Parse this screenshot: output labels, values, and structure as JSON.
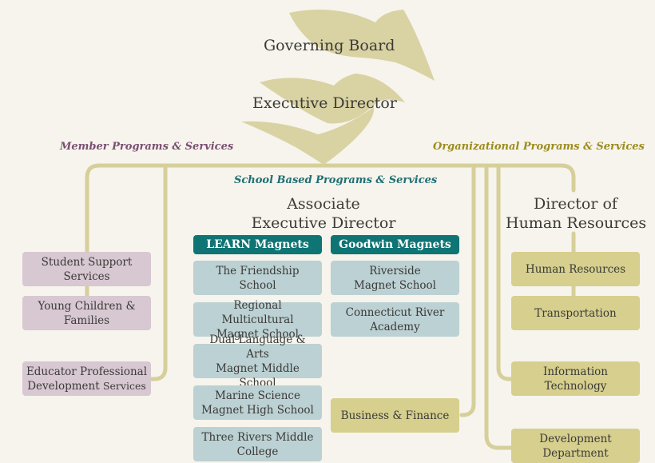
{
  "top": {
    "governing_board": "Governing Board",
    "executive_director": "Executive Director"
  },
  "sections": {
    "member": "Member Programs & Services",
    "organizational": "Organizational Programs & Services",
    "school_based": "School Based Programs & Services"
  },
  "associate": {
    "line1": "Associate",
    "line2": "Executive Director"
  },
  "hr_director": {
    "line1": "Director of",
    "line2": "Human Resources"
  },
  "member_boxes": {
    "student_support": [
      "Student Support",
      "Services"
    ],
    "young_children": [
      "Young Children &",
      "Families"
    ],
    "educator": [
      "Educator Professional",
      "Development",
      "Services"
    ]
  },
  "learn": {
    "header": "LEARN Magnets",
    "schools": [
      [
        "The Friendship",
        "School"
      ],
      [
        "Regional Multicultural",
        "Magnet School"
      ],
      [
        "Dual Language & Arts",
        "Magnet Middle School"
      ],
      [
        "Marine Science",
        "Magnet High School"
      ],
      [
        "Three Rivers Middle",
        "College"
      ]
    ]
  },
  "goodwin": {
    "header": "Goodwin Magnets",
    "schools": [
      [
        "Riverside",
        "Magnet School"
      ],
      [
        "Connecticut River",
        "Academy"
      ]
    ]
  },
  "business_finance": "Business & Finance",
  "org_boxes": {
    "human_resources": "Human Resources",
    "transportation": "Transportation",
    "it": [
      "Information",
      "Technology"
    ],
    "development": [
      "Development",
      "Department"
    ]
  },
  "colors": {
    "connector": "#d6cf9a",
    "bird": "#d9d2a3",
    "member_text": "#7a4e73",
    "org_text": "#9c8c1e",
    "school_text": "#1f6f73",
    "teal": "#0f7474"
  }
}
